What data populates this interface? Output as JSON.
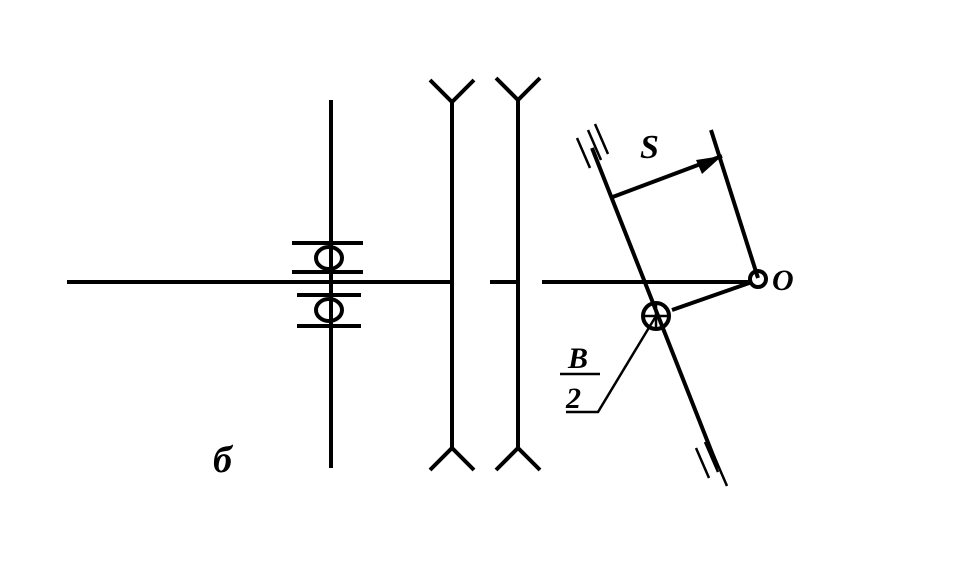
{
  "labels": {
    "sub_figure": "б",
    "displacement": "S",
    "center": "O",
    "half_width_numerator": "B",
    "half_width_denominator": "2"
  },
  "colors": {
    "ink": "#000000",
    "background": "#ffffff"
  }
}
